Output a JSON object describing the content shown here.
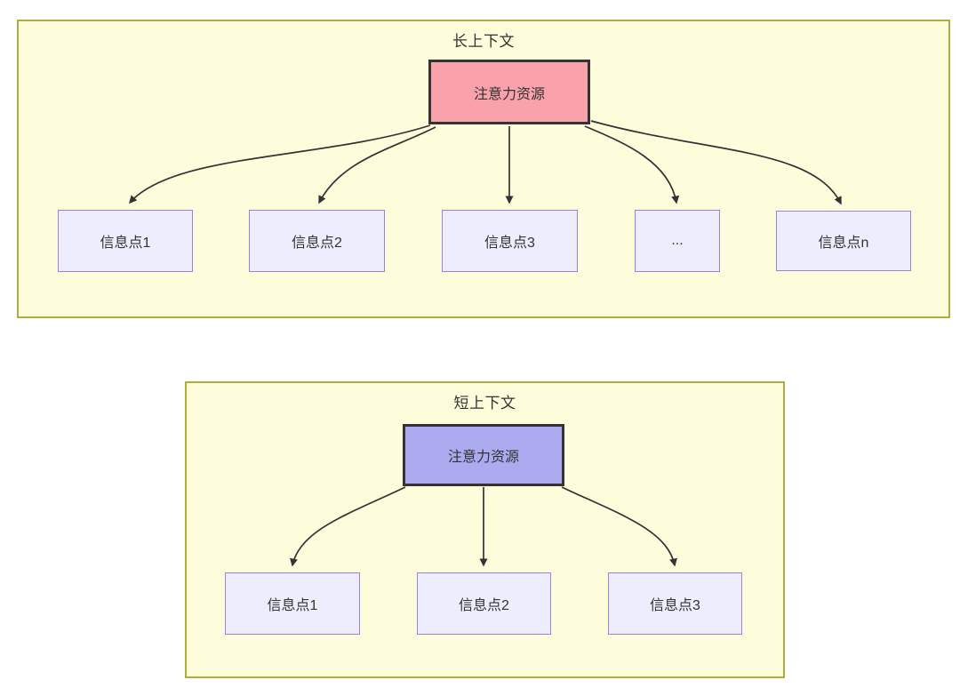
{
  "diagram": {
    "long_context": {
      "title": "长上下文",
      "root_label": "注意力资源",
      "children": [
        "信息点1",
        "信息点2",
        "信息点3",
        "...",
        "信息点n"
      ]
    },
    "short_context": {
      "title": "短上下文",
      "root_label": "注意力资源",
      "children": [
        "信息点1",
        "信息点2",
        "信息点3"
      ]
    }
  },
  "colors": {
    "container_fill": "#fdfcdb",
    "container_border": "#aeae3e",
    "long_root_fill": "#f9a2ab",
    "short_root_fill": "#adabf0",
    "root_border": "#333333",
    "child_fill": "#ededfd",
    "child_border": "#9c80de",
    "edge_color": "#333333",
    "text_color": "#333333"
  }
}
